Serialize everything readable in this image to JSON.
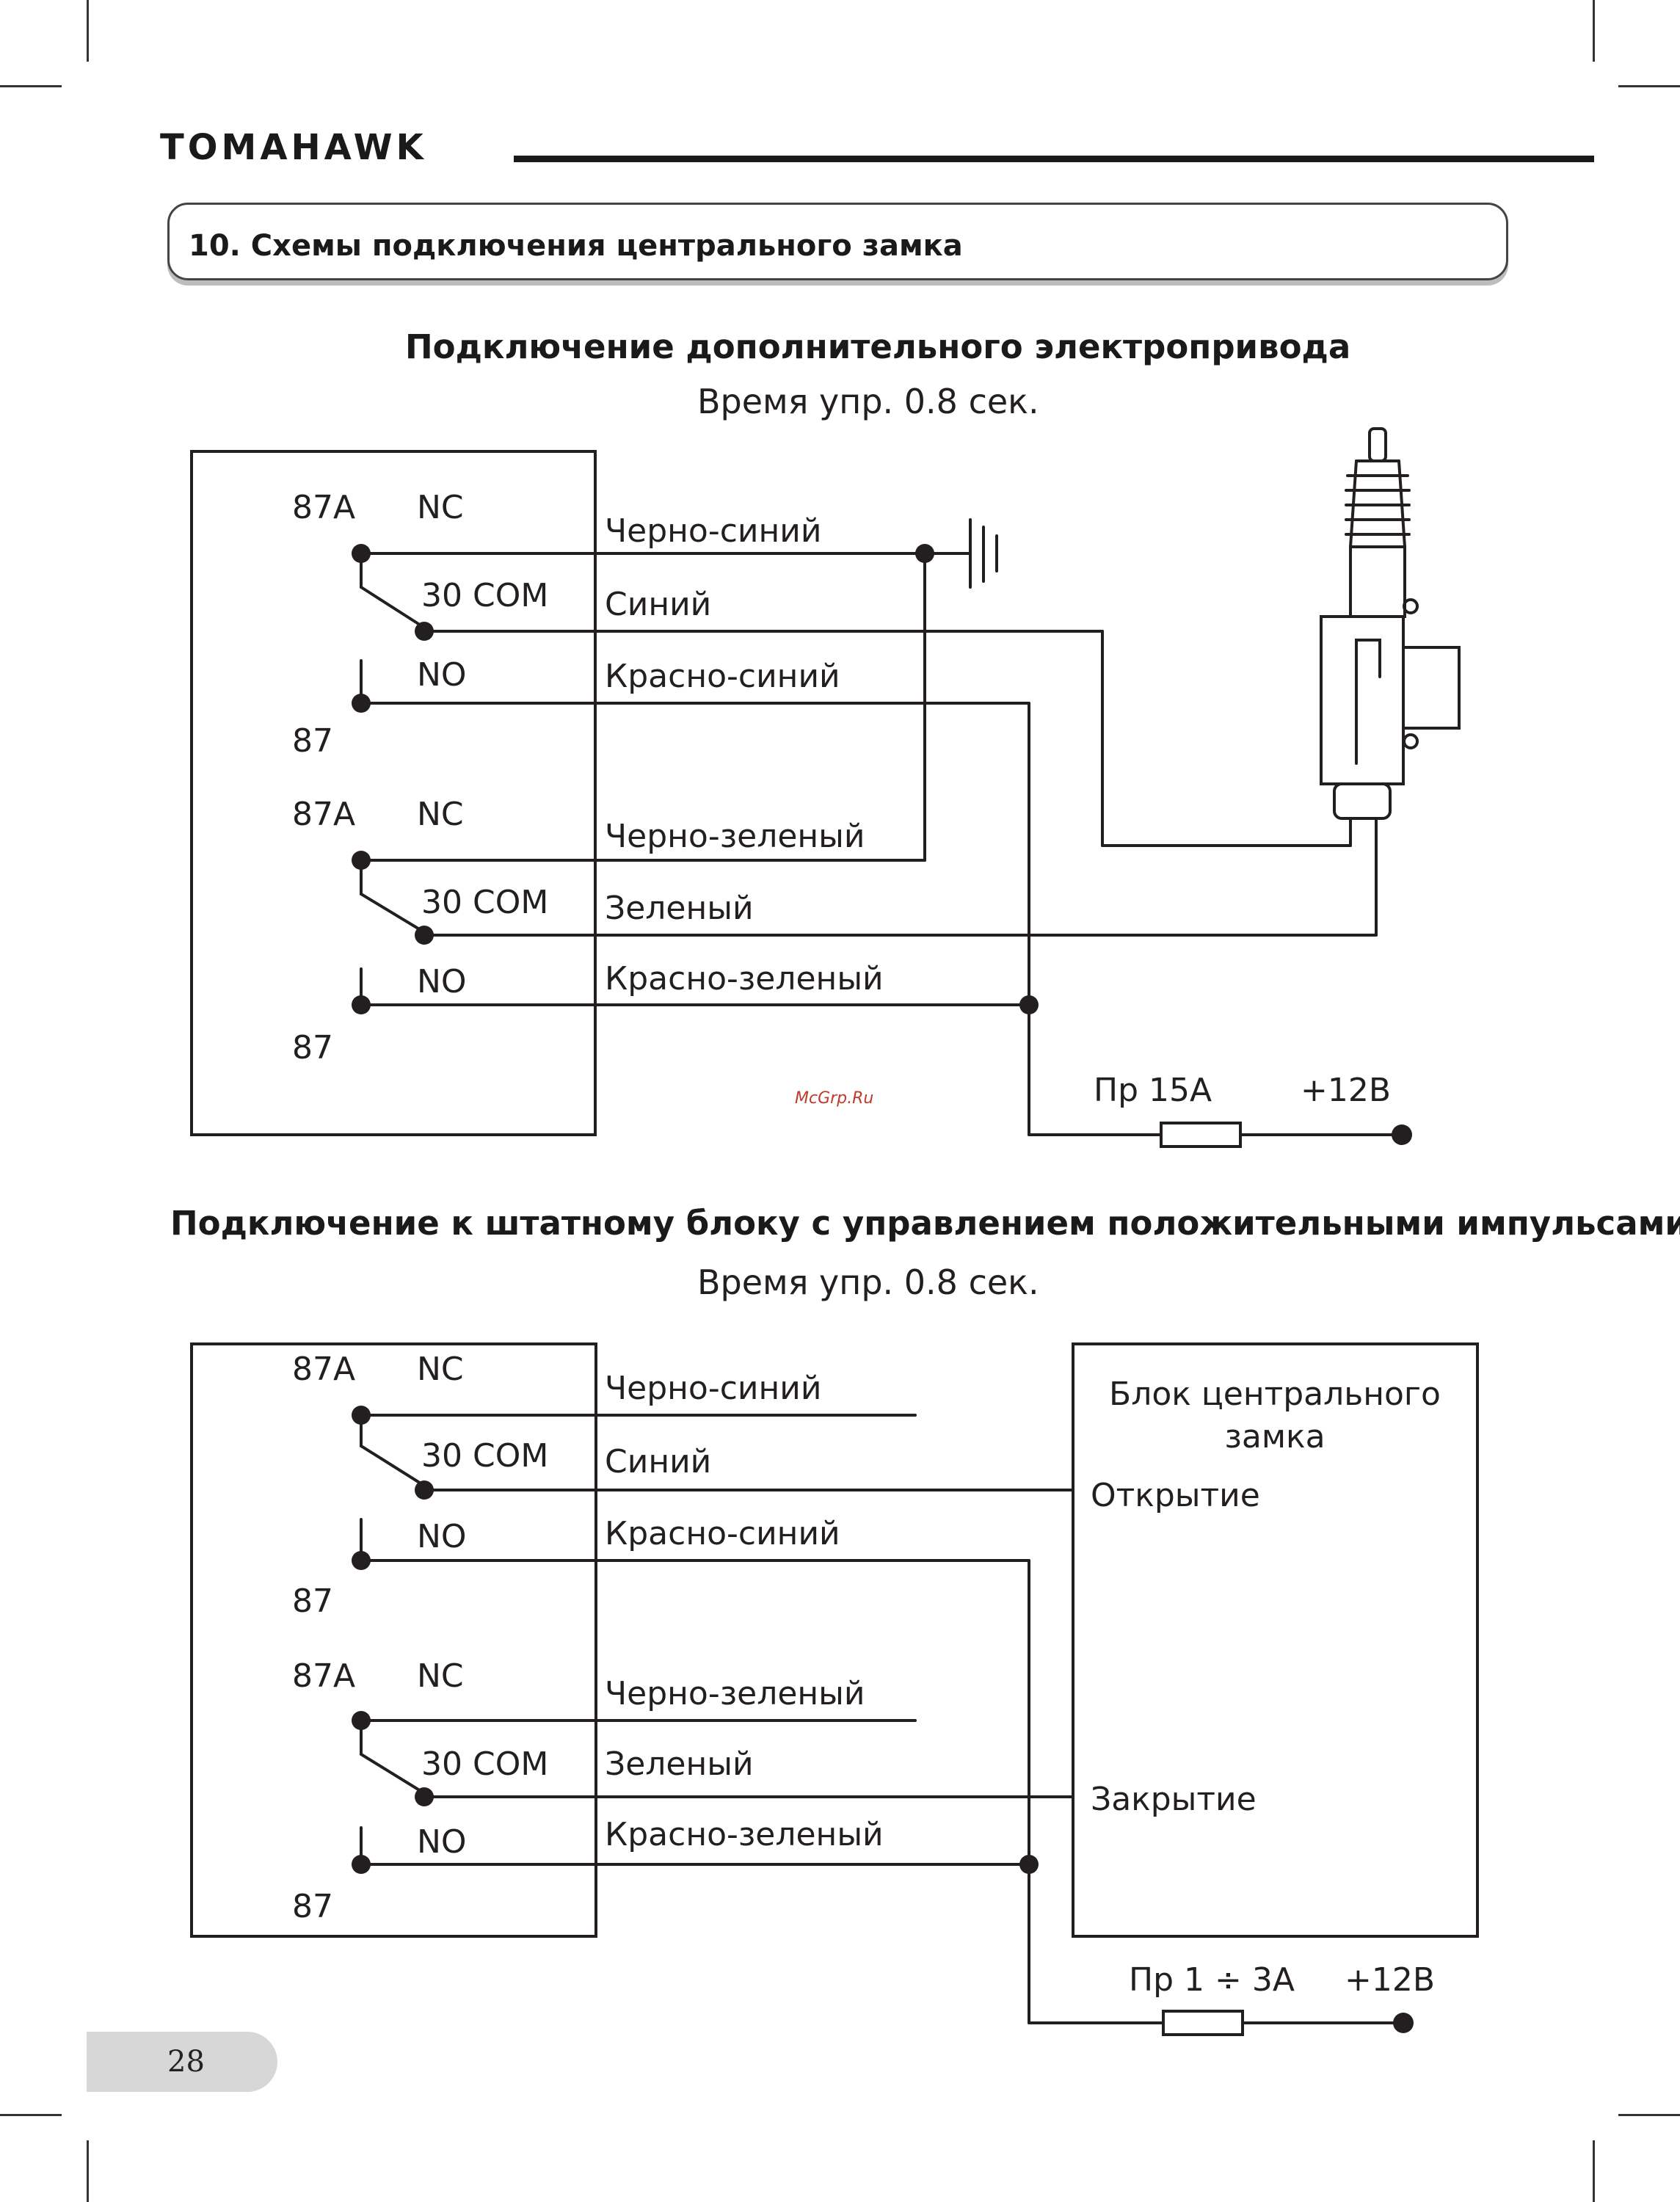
{
  "header": {
    "brand": "TOMAHAWK"
  },
  "section": {
    "title": "10. Схемы подключения центрального замка"
  },
  "diagram1": {
    "heading": "Подключение дополнительного электропривода",
    "subtitle": "Время упр. 0.8 сек.",
    "relay1": {
      "pin87a": "87A",
      "nc": "NC",
      "com": "30 COM",
      "no": "NO",
      "pin87": "87"
    },
    "relay2": {
      "pin87a": "87A",
      "nc": "NC",
      "com": "30 COM",
      "no": "NO",
      "pin87": "87"
    },
    "wires": [
      "Черно-синий",
      "Синий",
      "Красно-синий",
      "Черно-зеленый",
      "Зеленый",
      "Красно-зеленый"
    ],
    "fuse_label": "Пр 15А",
    "power_label": "+12В"
  },
  "watermark": "McGrp.Ru",
  "diagram2": {
    "heading": "Подключение к штатному блоку с управлением положительными импульсами",
    "subtitle": "Время упр. 0.8 сек.",
    "relay1": {
      "pin87a": "87A",
      "nc": "NC",
      "com": "30 COM",
      "no": "NO",
      "pin87": "87"
    },
    "relay2": {
      "pin87a": "87A",
      "nc": "NC",
      "com": "30 COM",
      "no": "NO",
      "pin87": "87"
    },
    "wires": [
      "Черно-синий",
      "Синий",
      "Красно-синий",
      "Черно-зеленый",
      "Зеленый",
      "Красно-зеленый"
    ],
    "block_title_line1": "Блок центрального",
    "block_title_line2": "замка",
    "open_label": "Открытие",
    "close_label": "Закрытие",
    "fuse_label": "Пр 1 ÷ 3А",
    "power_label": "+12В"
  },
  "footer": {
    "page_number": "28"
  }
}
